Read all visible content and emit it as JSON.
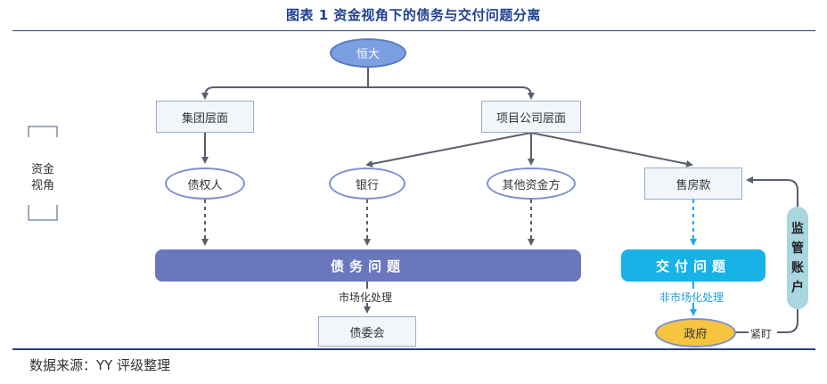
{
  "title": "图表 1  资金视角下的债务与交付问题分离",
  "nodes": {
    "evergrande": "恒大",
    "group_level": "集团层面",
    "project_level": "项目公司层面",
    "creditors": "债权人",
    "banks": "银行",
    "other_funders": "其他资金方",
    "presale_funds": "售房款",
    "debt_issue": "债务问题",
    "delivery_issue": "交付问题",
    "creditor_committee": "债委会",
    "government": "政府",
    "supervision_account": "监管账户"
  },
  "side_label": "资金视角",
  "edges": {
    "market_disposal": "市场化处理",
    "non_market_disposal": "非市场化处理",
    "tighten": "紧盯"
  },
  "colors": {
    "debt_bar": "#6b77bd",
    "delivery_bar": "#17b2e6",
    "evergrande_fill": "#7b9fe0",
    "government_fill": "#f6c43f",
    "supervision_fill": "#a9d6df",
    "arrow_dark": "#58606b",
    "arrow_blue": "#23a7e0"
  },
  "footer": "数据来源：YY 评级整理"
}
